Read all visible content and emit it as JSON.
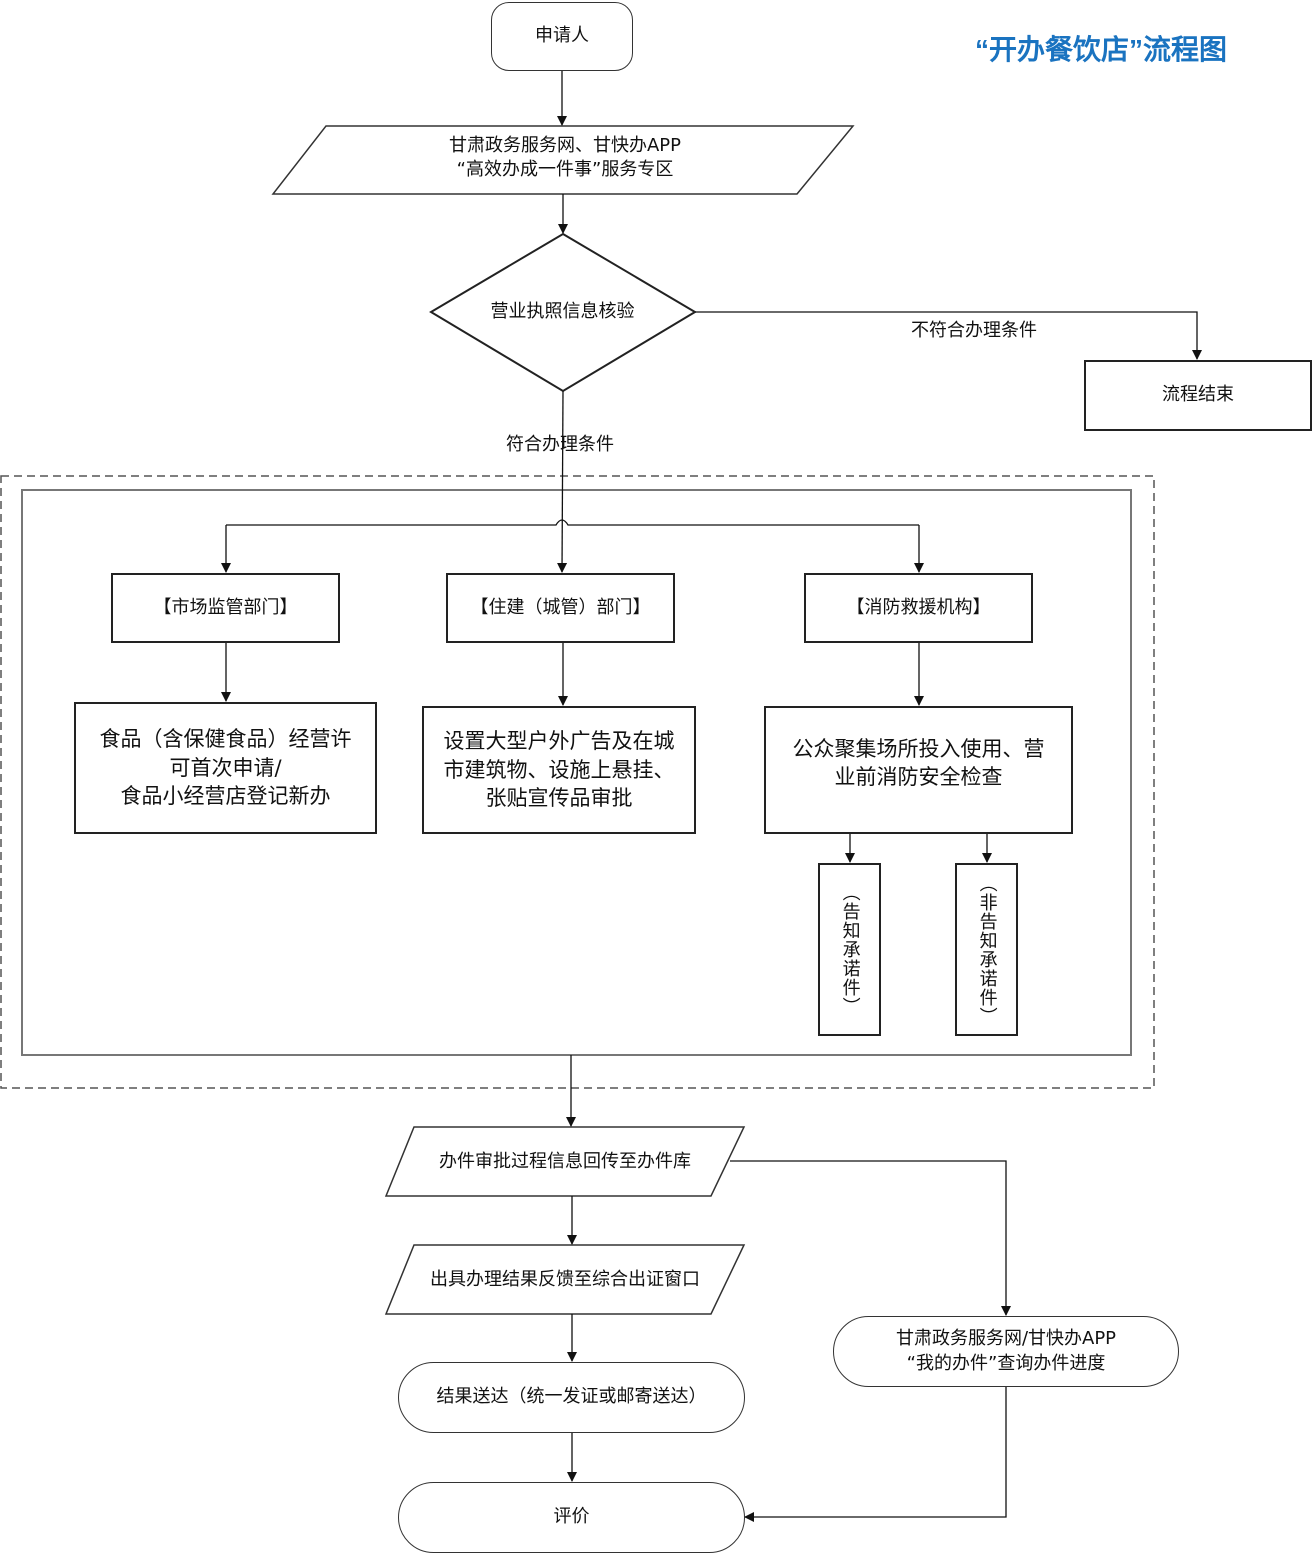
{
  "title": "“开办餐饮店”流程图",
  "colors": {
    "title": "#1a73c0",
    "stroke": "#222222",
    "container_border": "#777777"
  },
  "nodes": {
    "applicant": "申请人",
    "portal": "甘肃政务服务网、甘快办APP\n“高效办成一件事”服务专区",
    "verify": "营业执照信息核验",
    "end_flow": "流程结束",
    "dept_market": "【市场监管部门】",
    "dept_housing": "【住建（城管）部门】",
    "dept_fire": "【消防救援机构】",
    "task_food": "食品（含保健食品）经营许\n可首次申请/\n食品小经营店登记新办",
    "task_ads": "设置大型户外广告及在城\n市建筑物、设施上悬挂、\n张贴宣传品审批",
    "task_fire": "公众聚集场所投入使用、营\n业前消防安全检查",
    "fire_notify": "（告知承诺件）",
    "fire_non_notify": "（非告知承诺件）",
    "return_info": "办件审批过程信息回传至办件库",
    "issue_result": "出具办理结果反馈至综合出证窗口",
    "deliver": "结果送达（统一发证或邮寄送达）",
    "evaluate": "评价",
    "query": "甘肃政务服务网/甘快办APP\n“我的办件”查询办件进度"
  },
  "edge_labels": {
    "not_eligible": "不符合办理条件",
    "eligible": "符合办理条件"
  }
}
